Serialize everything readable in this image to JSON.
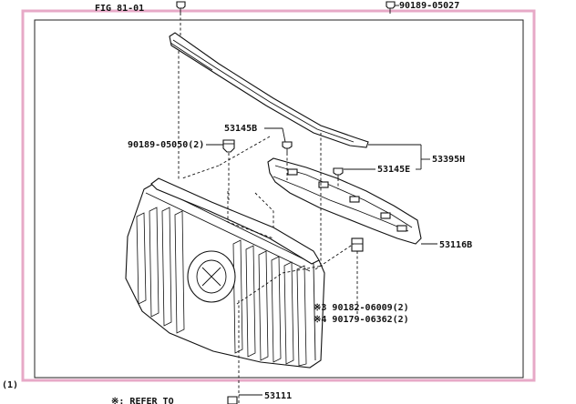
{
  "colors": {
    "frame_outer": "#e7a9c7",
    "frame_inner": "#d49ab7",
    "ink": "#111111",
    "background": "#ffffff"
  },
  "header": {
    "fig_ref": "FIG 81-01",
    "top_part": "90189-05027"
  },
  "callouts": {
    "clip_upper": "53145B",
    "screw": "90189-05050(2)",
    "clip_lower": "53145E",
    "molding_assembly": "53395H",
    "bracket": "53116B",
    "note3": "※3 90182-06009(2)",
    "note4": "※4 90179-06362(2)",
    "grille": "53111"
  },
  "footer": {
    "index": "(1)",
    "refer_to": "※: REFER TO"
  }
}
